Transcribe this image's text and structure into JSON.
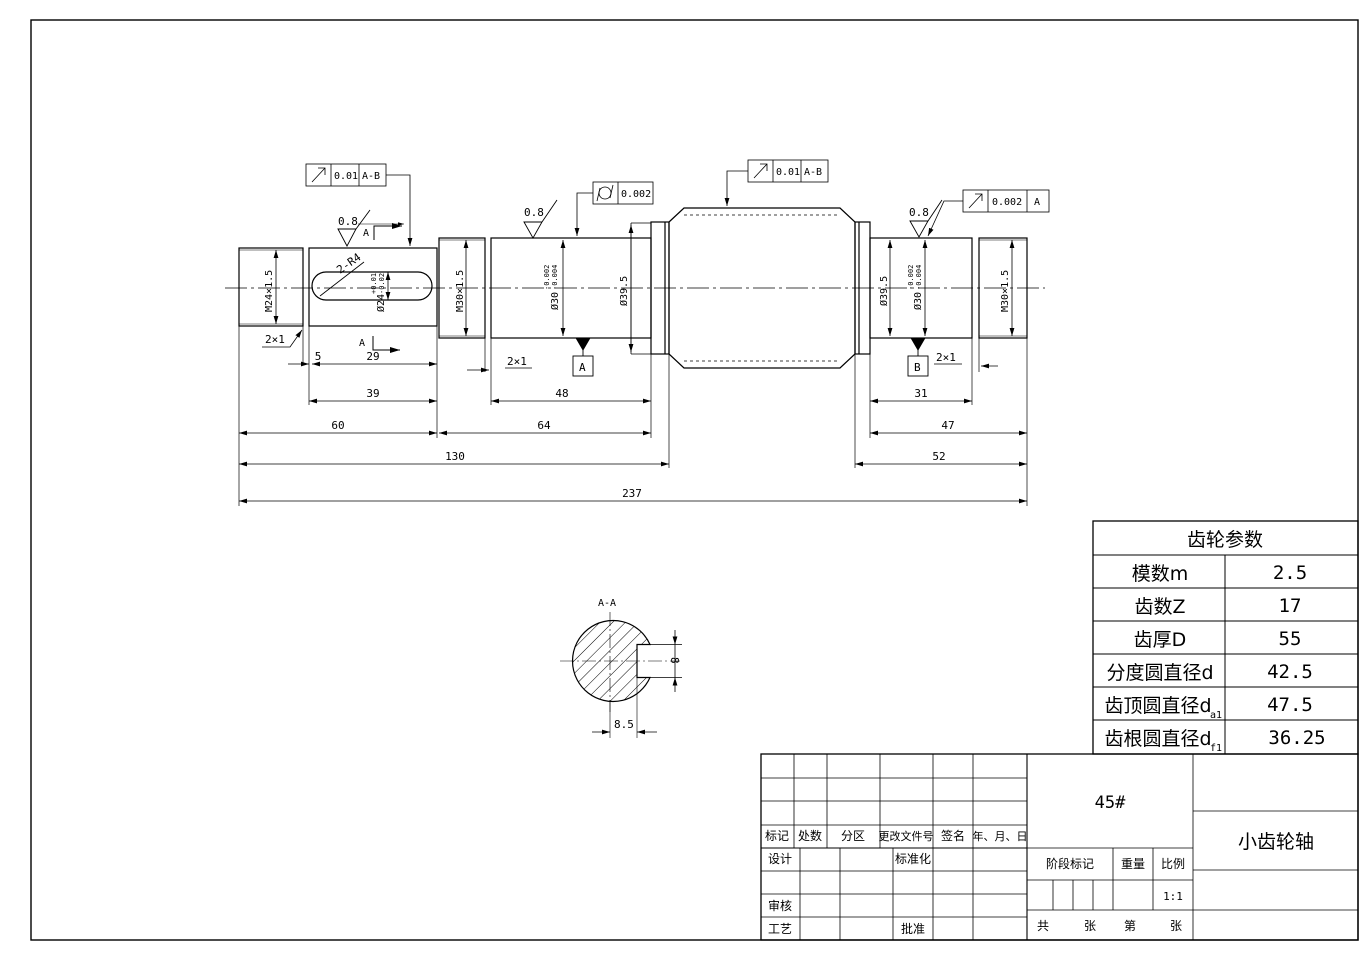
{
  "shaft": {
    "threads": [
      "M24×1.5",
      "M30×1.5",
      "M30×1.5"
    ],
    "diameters": [
      "Ø24",
      "Ø30",
      "Ø39.5",
      "Ø39.5",
      "Ø30"
    ],
    "tol_upper": [
      "+0.01",
      "-0.002",
      "-0.002"
    ],
    "tol_lower": [
      "-0.02",
      "-0.004",
      "-0.004"
    ],
    "key_radius": "2-R4",
    "chamfers": [
      "2×1",
      "2×1",
      "2×1"
    ],
    "roughness": [
      "0.8",
      "0.8",
      "0.8"
    ],
    "section_marks": [
      "A",
      "A"
    ],
    "datums": [
      "A",
      "B"
    ],
    "fcf_values": [
      "0.01",
      "0.002",
      "0.01",
      "0.002"
    ],
    "fcf_datums": [
      "A-B",
      "A-B",
      "A"
    ]
  },
  "dimensions": {
    "row1": [
      "5",
      "29"
    ],
    "row2": [
      "39",
      "48",
      "31"
    ],
    "row3": [
      "60",
      "64",
      "47"
    ],
    "row4": [
      "130",
      "52"
    ],
    "total": "237"
  },
  "section": {
    "title": "A-A",
    "width": "8",
    "depth": "8.5"
  },
  "gear_table": {
    "title": "齿轮参数",
    "rows": [
      {
        "label": "模数m",
        "value": "2.5"
      },
      {
        "label": "齿数Z",
        "value": "17"
      },
      {
        "label": "齿厚D",
        "value": "55"
      },
      {
        "label": "分度圆直径d",
        "value": "42.5"
      },
      {
        "label": "齿顶圆直径d",
        "sub": "a1",
        "value": "47.5"
      },
      {
        "label": "齿根圆直径d",
        "sub": "f1",
        "value": "36.25"
      }
    ]
  },
  "title_block": {
    "header": [
      "标记",
      "处数",
      "分区",
      "更改文件号",
      "签名",
      "年、月、日"
    ],
    "design": "设计",
    "standardize": "标准化",
    "review": "审核",
    "process": "工艺",
    "approve": "批准",
    "material": "45#",
    "stage": "阶段标记",
    "weight": "重量",
    "scale_label": "比例",
    "scale": "1:1",
    "part_name": "小齿轮轴",
    "sheet": [
      "共",
      "张",
      "第",
      "张"
    ]
  }
}
